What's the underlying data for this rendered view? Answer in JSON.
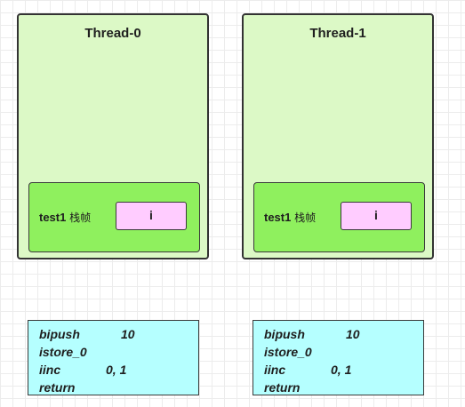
{
  "threads": [
    {
      "title": "Thread-0",
      "frame": {
        "label": "test1",
        "suffix": " 栈帧",
        "variable": "i"
      },
      "code": [
        {
          "op": "bipush",
          "arg": "10"
        },
        {
          "op": "istore_0",
          "arg": ""
        },
        {
          "op": "iinc",
          "arg": "0, 1"
        },
        {
          "op": "return",
          "arg": ""
        }
      ]
    },
    {
      "title": "Thread-1",
      "frame": {
        "label": "test1",
        "suffix": " 栈帧",
        "variable": "i"
      },
      "code": [
        {
          "op": "bipush",
          "arg": "10"
        },
        {
          "op": "istore_0",
          "arg": ""
        },
        {
          "op": "iinc",
          "arg": "0, 1"
        },
        {
          "op": "return",
          "arg": ""
        }
      ]
    }
  ],
  "colors": {
    "thread_bg": "#dcf9c6",
    "frame_bg": "#8ff05e",
    "variable_bg": "#ffccff",
    "code_bg": "#b5ffff"
  }
}
